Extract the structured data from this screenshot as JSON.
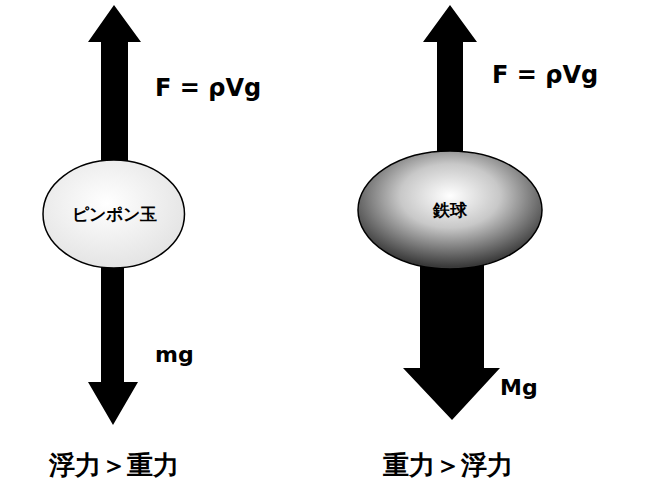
{
  "diagram": {
    "nodes": [
      {
        "text": [
          "ピンポン玉"
        ]
      },
      {
        "text": [
          "鉄球"
        ]
      }
    ],
    "labels": [
      "F = ρVg",
      "mg",
      "浮力＞重力",
      "F = ρVg",
      "Mg",
      "重力＞浮力"
    ]
  }
}
